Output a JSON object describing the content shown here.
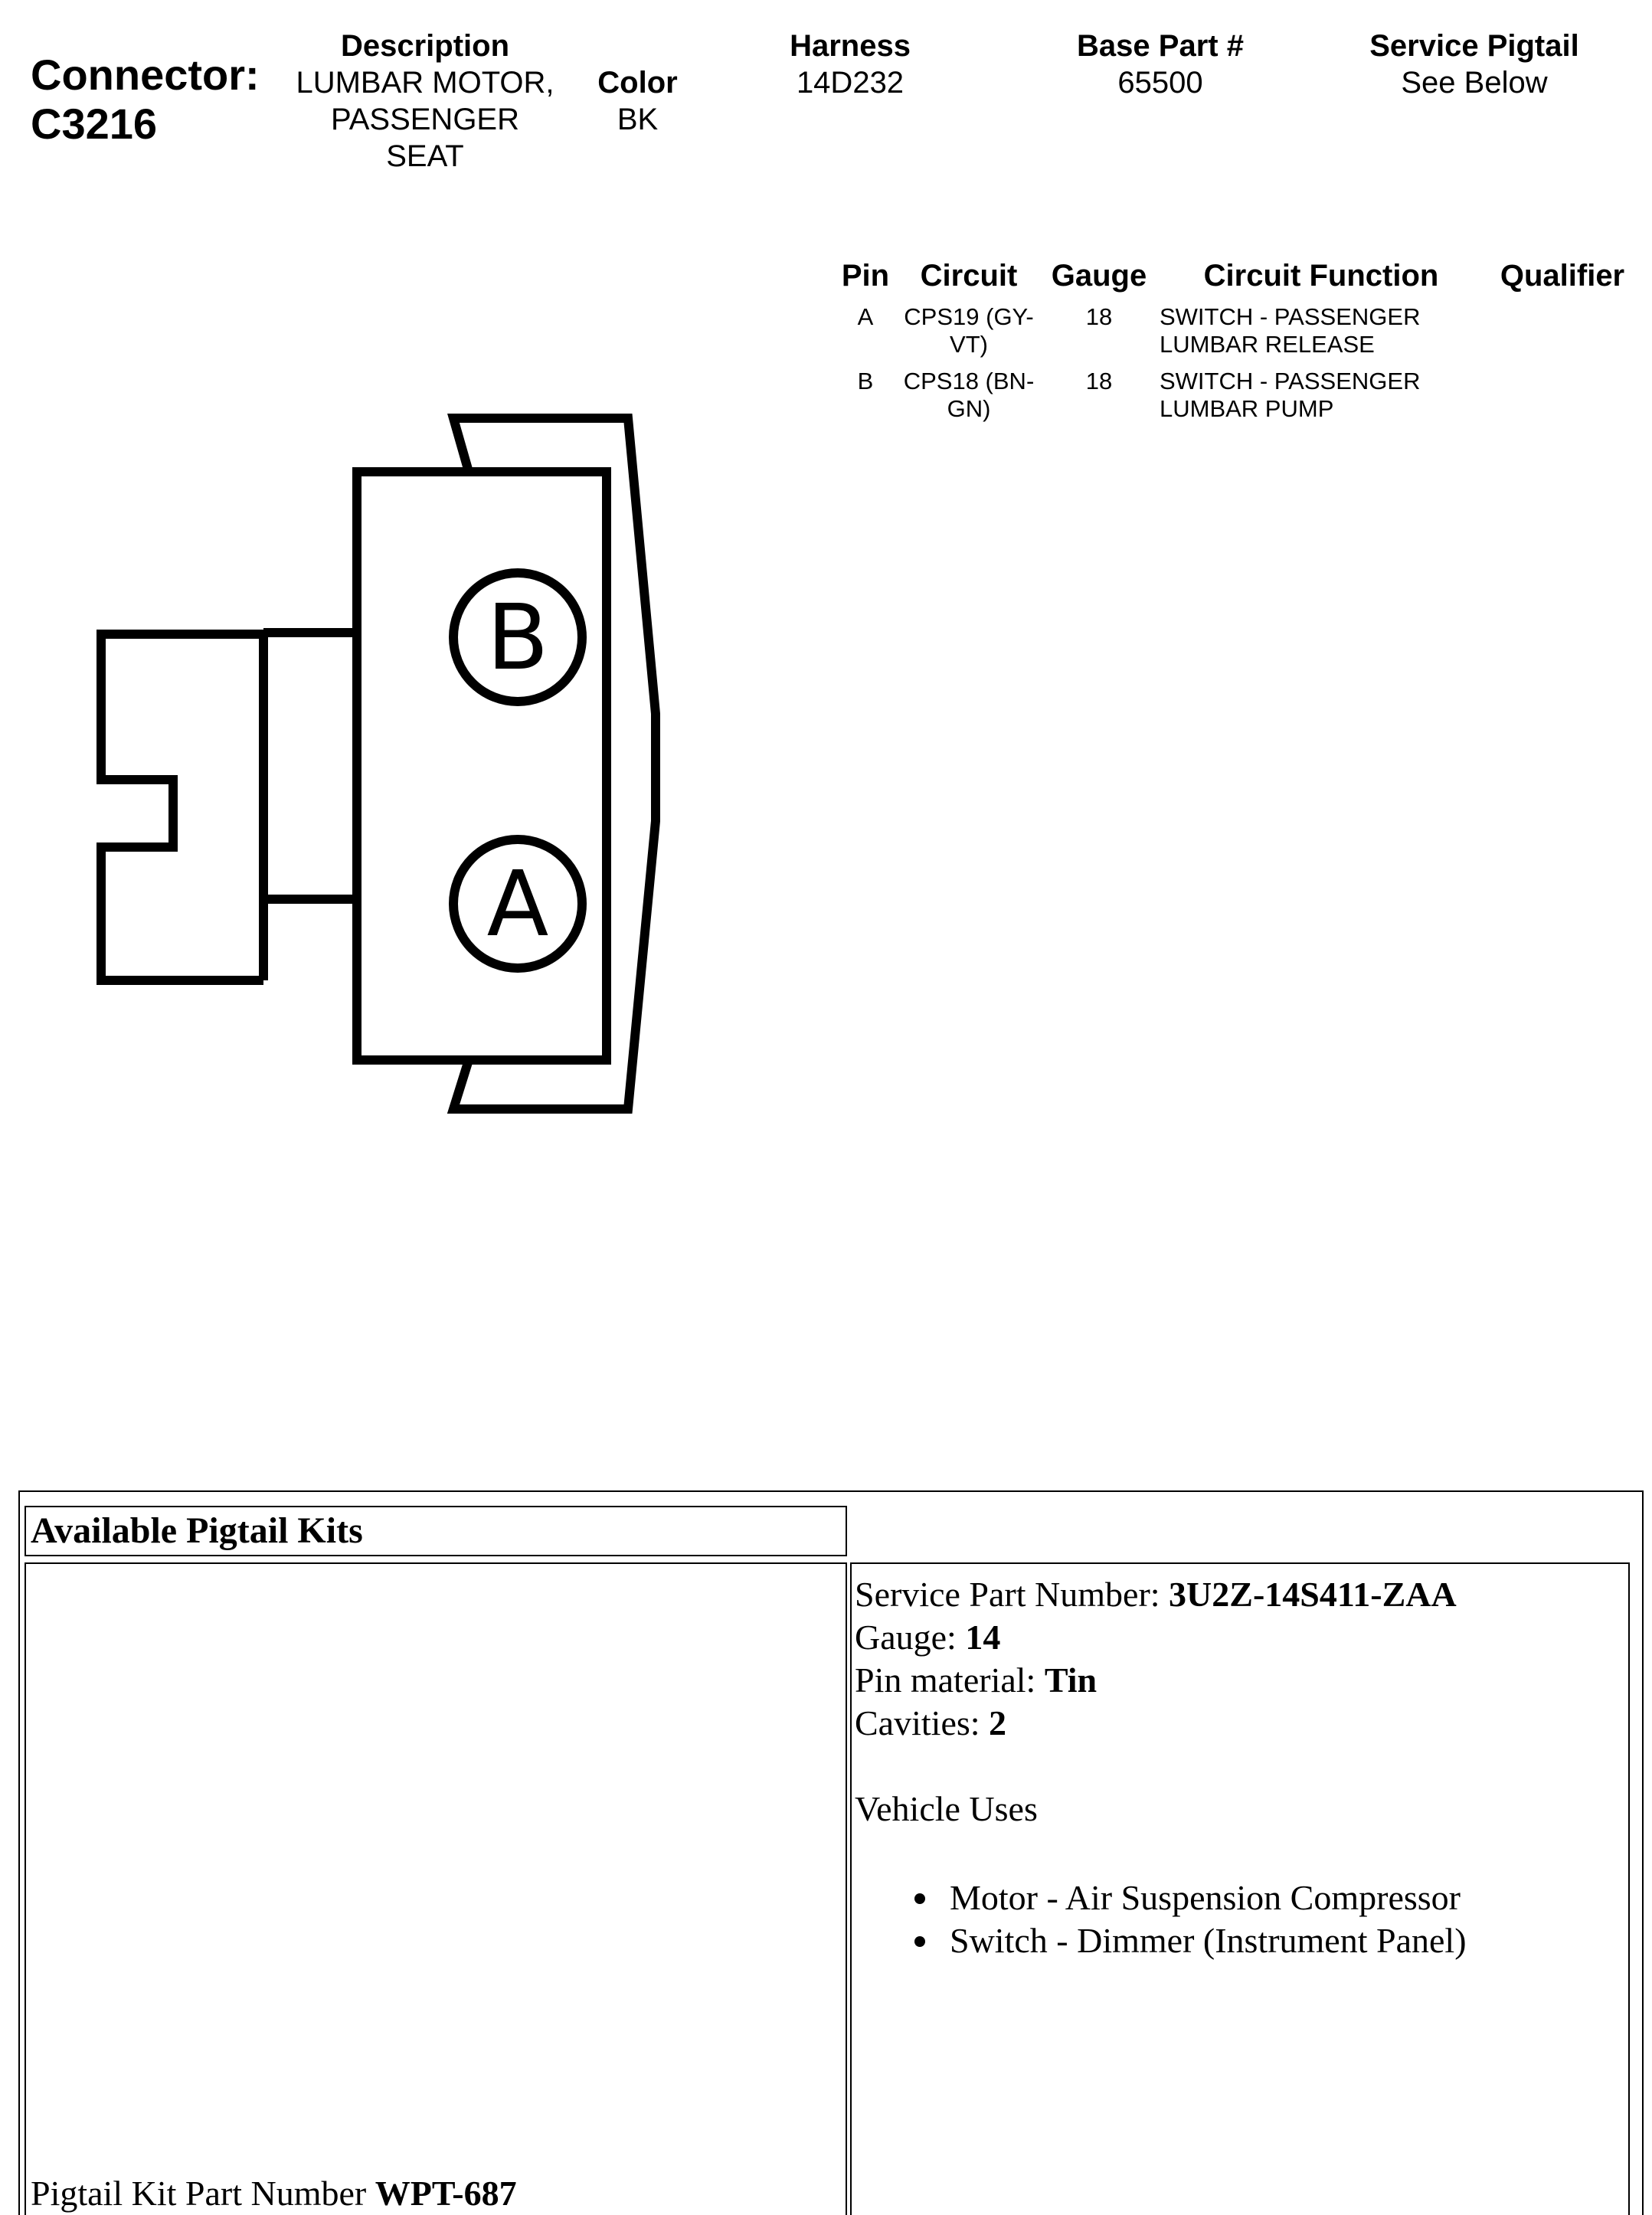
{
  "header": {
    "connector_label": "Connector:",
    "connector_id": "C3216",
    "description_heading": "Description",
    "description_lines": [
      "LUMBAR MOTOR,",
      "PASSENGER",
      "SEAT"
    ],
    "color_heading": "Color",
    "color_value": "BK",
    "harness_heading": "Harness",
    "harness_value": "14D232",
    "base_part_heading": "Base Part #",
    "base_part_value": "65500",
    "pigtail_heading": "Service Pigtail",
    "pigtail_value": "See Below"
  },
  "pin_table": {
    "headers": [
      "Pin",
      "Circuit",
      "Gauge",
      "Circuit Function",
      "Qualifier"
    ],
    "rows": [
      {
        "pin": "A",
        "circuit": [
          "CPS19 (GY-",
          "VT)"
        ],
        "gauge": "18",
        "function": [
          "SWITCH - PASSENGER",
          "LUMBAR RELEASE"
        ],
        "qualifier": ""
      },
      {
        "pin": "B",
        "circuit": [
          "CPS18 (BN-",
          "GN)"
        ],
        "gauge": "18",
        "function": [
          "SWITCH - PASSENGER",
          "LUMBAR PUMP"
        ],
        "qualifier": ""
      }
    ]
  },
  "connector_drawing": {
    "pin_labels": [
      "B",
      "A"
    ]
  },
  "pigtail_kits": {
    "title": "Available Pigtail Kits",
    "kit_part_label": "Pigtail Kit Part Number ",
    "kit_part_value": "WPT-687",
    "service_part_label": "Service Part Number: ",
    "service_part_value": "3U2Z-14S411-ZAA",
    "gauge_label": "Gauge: ",
    "gauge_value": "14",
    "pin_material_label": "Pin material: ",
    "pin_material_value": "Tin",
    "cavities_label": "Cavities: ",
    "cavities_value": "2",
    "vehicle_uses_title": "Vehicle Uses",
    "vehicle_uses": [
      "Motor - Air Suspension Compressor",
      "Switch - Dimmer (Instrument Panel)"
    ]
  }
}
